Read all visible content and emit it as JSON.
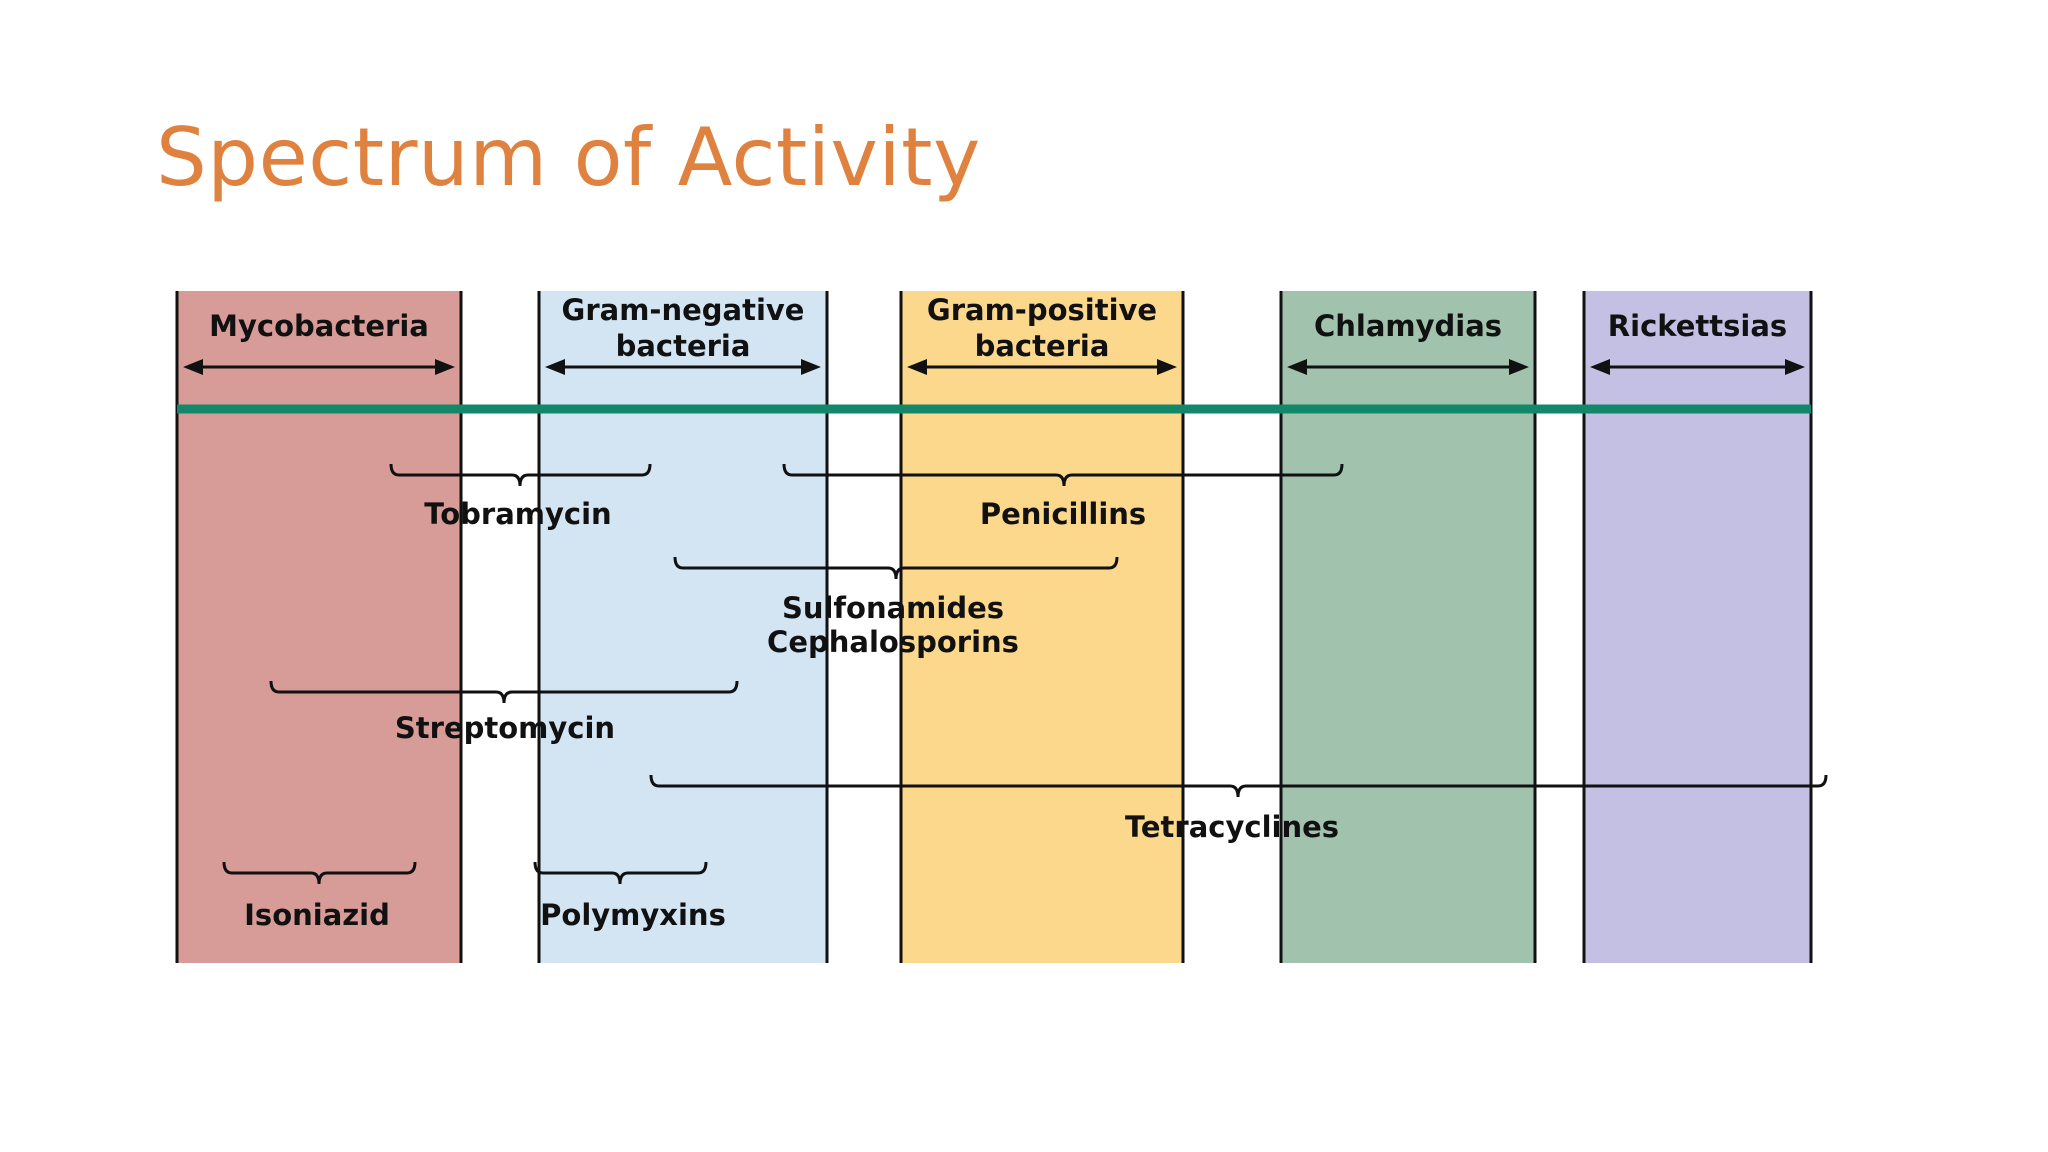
{
  "slide": {
    "title": "Spectrum of Activity"
  },
  "diagram": {
    "columns": [
      {
        "id": "mycobacteria",
        "label_lines": [
          "Mycobacteria"
        ],
        "color": "#D89C98"
      },
      {
        "id": "gram-negative",
        "label_lines": [
          "Gram-negative",
          "bacteria"
        ],
        "color": "#D3E4F3"
      },
      {
        "id": "gram-positive",
        "label_lines": [
          "Gram-positive",
          "bacteria"
        ],
        "color": "#FBD88C"
      },
      {
        "id": "chlamydias",
        "label_lines": [
          "Chlamydias"
        ],
        "color": "#A1C3AE"
      },
      {
        "id": "rickettsias",
        "label_lines": [
          "Rickettsias"
        ],
        "color": "#C4C0E3"
      }
    ],
    "divider_color": "#13876A",
    "drugs": [
      {
        "id": "tobramycin",
        "label_lines": [
          "Tobramycin"
        ]
      },
      {
        "id": "penicillins",
        "label_lines": [
          "Penicillins"
        ]
      },
      {
        "id": "sulfonamides-cephalosporins",
        "label_lines": [
          "Sulfonamides",
          "Cephalosporins"
        ]
      },
      {
        "id": "streptomycin",
        "label_lines": [
          "Streptomycin"
        ]
      },
      {
        "id": "tetracyclines",
        "label_lines": [
          "Tetracyclines"
        ]
      },
      {
        "id": "isoniazid",
        "label_lines": [
          "Isoniazid"
        ]
      },
      {
        "id": "polymyxins",
        "label_lines": [
          "Polymyxins"
        ]
      }
    ]
  }
}
